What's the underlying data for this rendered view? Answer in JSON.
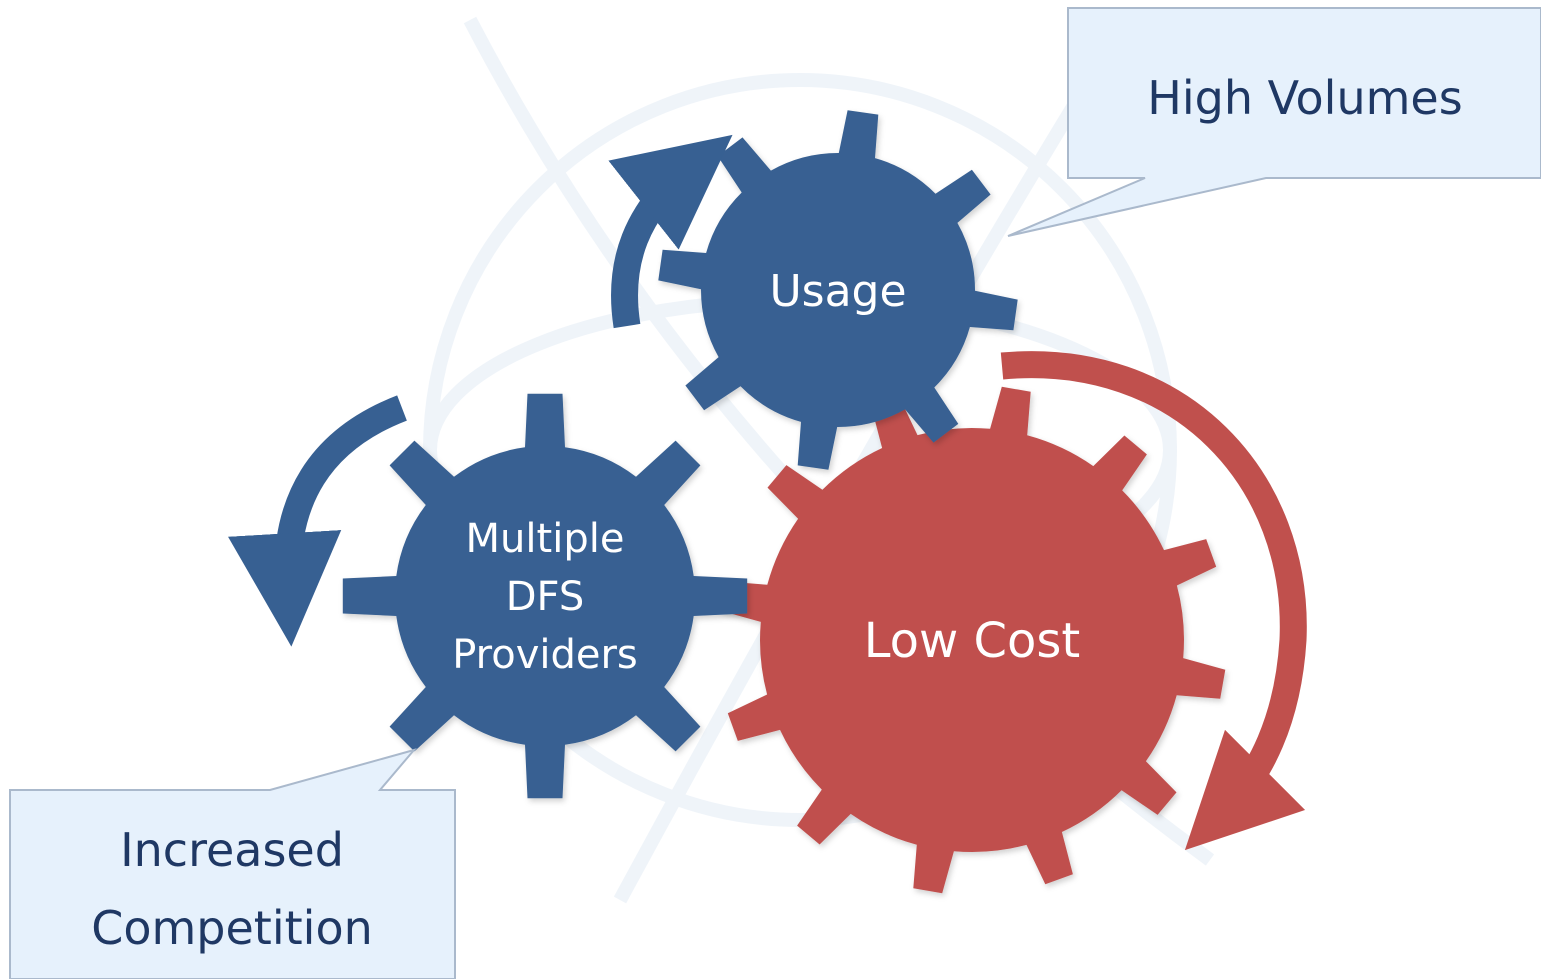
{
  "gears": {
    "usage": {
      "label": "Usage"
    },
    "providers": {
      "label_lines": [
        "Multiple",
        "DFS",
        "Providers"
      ]
    },
    "cost": {
      "label": "Low Cost"
    }
  },
  "callouts": {
    "high_volumes": {
      "text": "High Volumes"
    },
    "competition": {
      "text_lines": [
        "Increased",
        "Competition"
      ]
    }
  },
  "colors": {
    "blue_gear": "#376092",
    "red_gear": "#c0504d",
    "callout_fill": "#e6f1fc",
    "callout_stroke": "#aab9cc",
    "callout_text": "#1f3864",
    "watermark": "#e6eef6"
  }
}
